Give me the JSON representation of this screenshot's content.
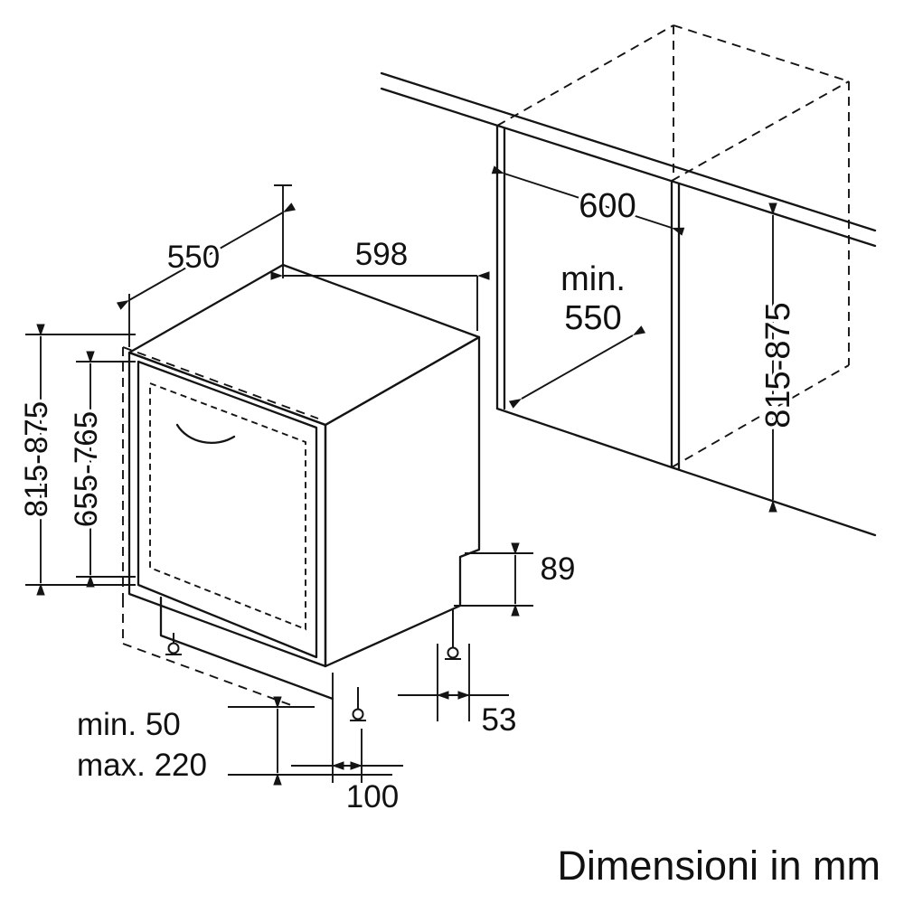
{
  "caption": "Dimensioni in mm",
  "appliance": {
    "depth": "550",
    "width": "598",
    "height": "815-875",
    "door_height": "655-765",
    "plinth_min": "min. 50",
    "plinth_max": "max. 220",
    "foot_front_offset": "100",
    "foot_rear_offset": "53",
    "foot_rear_height": "89"
  },
  "niche": {
    "width": "600",
    "depth_prefix": "min.",
    "depth_value": "550",
    "height": "815-875"
  }
}
